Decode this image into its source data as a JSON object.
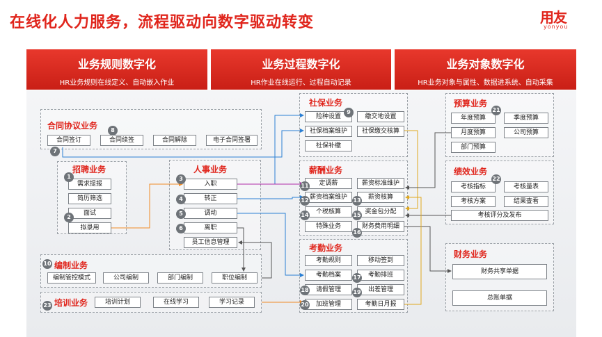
{
  "title": "在线化人力服务，流程驱动向数字驱动转变",
  "logo": {
    "main": "用友",
    "sub": "yonyou"
  },
  "banners": [
    {
      "title": "业务规则数字化",
      "subtitle": "HR业务规则在线定义、自动嵌入作业"
    },
    {
      "title": "业务过程数字化",
      "subtitle": "HR作业在线运行、过程自动记录"
    },
    {
      "title": "业务对象数字化",
      "subtitle": "HR业务对象与属性、数据进系统、自动采集"
    }
  ],
  "groups": {
    "contract": {
      "title": "合同协议业务",
      "items": [
        "合同签订",
        "合同续签",
        "合同解除",
        "电子合同签署"
      ]
    },
    "recruit": {
      "title": "招聘业务",
      "items": [
        "需求提报",
        "简历筛选",
        "面试",
        "拟录用"
      ]
    },
    "personnel": {
      "title": "人事业务",
      "items": [
        "入职",
        "转正",
        "调动",
        "离职",
        "员工信息管理"
      ]
    },
    "staffing": {
      "title": "编制业务",
      "items": [
        "编制管控模式",
        "公司编制",
        "部门编制",
        "职位编制"
      ]
    },
    "training": {
      "title": "培训业务",
      "items": [
        "培训计划",
        "在线学习",
        "学习记录"
      ]
    },
    "social": {
      "title": "社保业务",
      "items": [
        "险种设置",
        "缴交地设置",
        "社保档案维护",
        "社保缴交核算",
        "社保补缴"
      ]
    },
    "salary": {
      "title": "薪酬业务",
      "items": [
        "定调薪",
        "薪资标准维护",
        "薪资档案维护",
        "薪资核算",
        "个税核算",
        "奖金包分配",
        "特殊业务",
        "财务费用明细"
      ]
    },
    "attendance": {
      "title": "考勤业务",
      "items": [
        "考勤规则",
        "移动签到",
        "考勤档案",
        "考勤排班",
        "请假管理",
        "出差管理",
        "加班管理",
        "考勤日月报"
      ]
    },
    "budget": {
      "title": "预算业务",
      "items": [
        "年度预算",
        "季度预算",
        "月度预算",
        "公司预算",
        "部门预算"
      ]
    },
    "performance": {
      "title": "绩效业务",
      "items": [
        "考核指标",
        "考核量表",
        "考核方案",
        "结果查看",
        "考核评分及发布"
      ]
    },
    "finance": {
      "title": "财务业务",
      "items": [
        "财务共享单据",
        "总账单据"
      ]
    }
  },
  "badges": [
    "1",
    "2",
    "3",
    "4",
    "5",
    "6",
    "7",
    "8",
    "9",
    "10",
    "11",
    "12",
    "13",
    "14",
    "15",
    "16",
    "17",
    "18",
    "19",
    "20",
    "21",
    "22",
    "23"
  ],
  "colors": {
    "accent": "#e0251c",
    "link_blue": "#2a7fd4",
    "link_orange": "#f08a24",
    "link_purple": "#b02aa8",
    "link_yellow": "#f2c12e",
    "link_gray": "#666666"
  }
}
